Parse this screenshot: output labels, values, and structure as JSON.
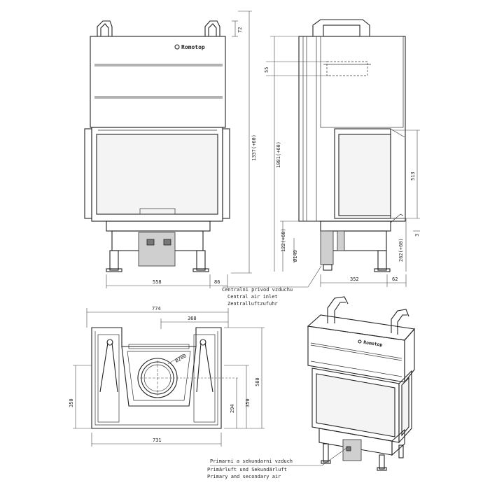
{
  "brand": "Romotop",
  "front_view": {
    "dims": {
      "top": "72",
      "height": "1337(+60)",
      "half_width": "558",
      "right_gap": "86"
    }
  },
  "side_view": {
    "dims": {
      "top_offset": "55",
      "height": "1081(+60)",
      "glass": "513",
      "base": "122(+60)",
      "pipe": "Ø149",
      "foot": "262(+60)",
      "bottom_gap": "3",
      "depth": "352",
      "right": "62"
    },
    "central_air_label": [
      "Centralni privod vzduchu",
      "Central air inlet",
      "Zentralluftzufuhr"
    ]
  },
  "plan_view": {
    "dims": {
      "width_outer": "774",
      "offset": "368",
      "diameter": "Ø200",
      "left_depth": "350",
      "right_depth": "580",
      "inner_depth_a": "294",
      "inner_depth_b": "350",
      "width_inner": "731"
    }
  },
  "iso_view": {
    "air_label": [
      "Primarni a sekundarni vzduch",
      "Primärluft und Sekundärluft",
      "Primary and secondary air"
    ]
  }
}
